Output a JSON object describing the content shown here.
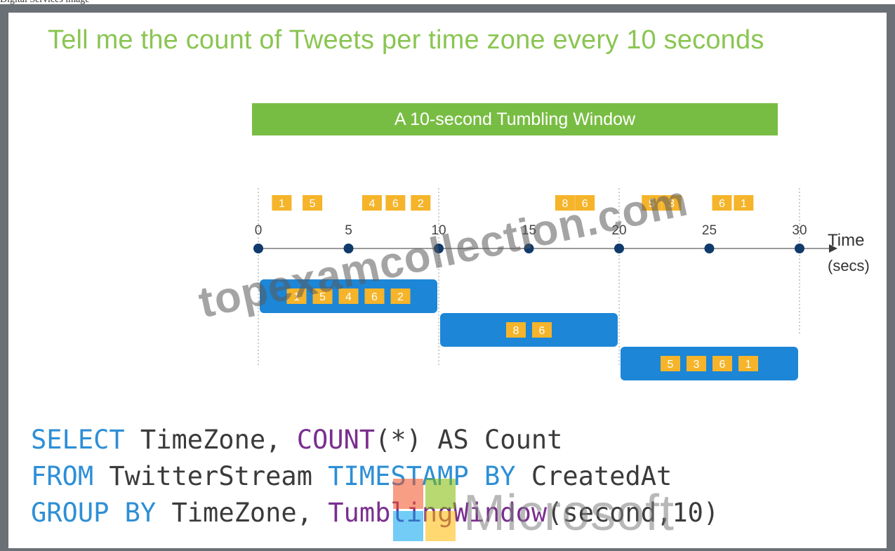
{
  "top_clip": "Digital Services image",
  "headline": "Tell me the count of Tweets per time zone every 10 seconds",
  "window_banner": "A 10-second Tumbling Window",
  "axis": {
    "ticks": [
      "0",
      "5",
      "10",
      "15",
      "20",
      "25",
      "30"
    ],
    "label_line1": "Time",
    "label_line2": "(secs)"
  },
  "events": [
    {
      "label": "1",
      "t": 1.3
    },
    {
      "label": "5",
      "t": 3.0
    },
    {
      "label": "4",
      "t": 6.3
    },
    {
      "label": "6",
      "t": 7.6
    },
    {
      "label": "2",
      "t": 9.0
    },
    {
      "label": "8",
      "t": 17.0
    },
    {
      "label": "6",
      "t": 18.1
    },
    {
      "label": "5",
      "t": 21.8
    },
    {
      "label": "3",
      "t": 22.9
    },
    {
      "label": "6",
      "t": 25.7
    },
    {
      "label": "1",
      "t": 26.9
    }
  ],
  "windows": [
    {
      "start": 0,
      "end": 10,
      "items": [
        "1",
        "5",
        "4",
        "6",
        "2"
      ]
    },
    {
      "start": 10,
      "end": 20,
      "items": [
        "8",
        "6"
      ]
    },
    {
      "start": 20,
      "end": 30,
      "items": [
        "5",
        "3",
        "6",
        "1"
      ]
    }
  ],
  "code": {
    "line1": {
      "kw1": "SELECT",
      "t1": " TimeZone, ",
      "fn1": "COUNT",
      "t2": "(*) AS Count"
    },
    "line2": {
      "kw1": "FROM",
      "t1": " TwitterStream ",
      "kw2": "TIMESTAMP BY",
      "t2": " CreatedAt"
    },
    "line3": {
      "kw1": "GROUP BY",
      "t1": " TimeZone, ",
      "fn1": "TumblingWindow",
      "t2": "(second,10)"
    }
  },
  "watermark": "topexamcollection.com",
  "logo_text": "Microsoft",
  "colors": {
    "headline": "#8ac552",
    "banner": "#78bd43",
    "event_box": "#f5b42a",
    "window_bar": "#1d86d6",
    "axis_dot": "#0f3a6b",
    "sql_keyword": "#2d8fd6",
    "sql_function": "#7a2f8f"
  }
}
